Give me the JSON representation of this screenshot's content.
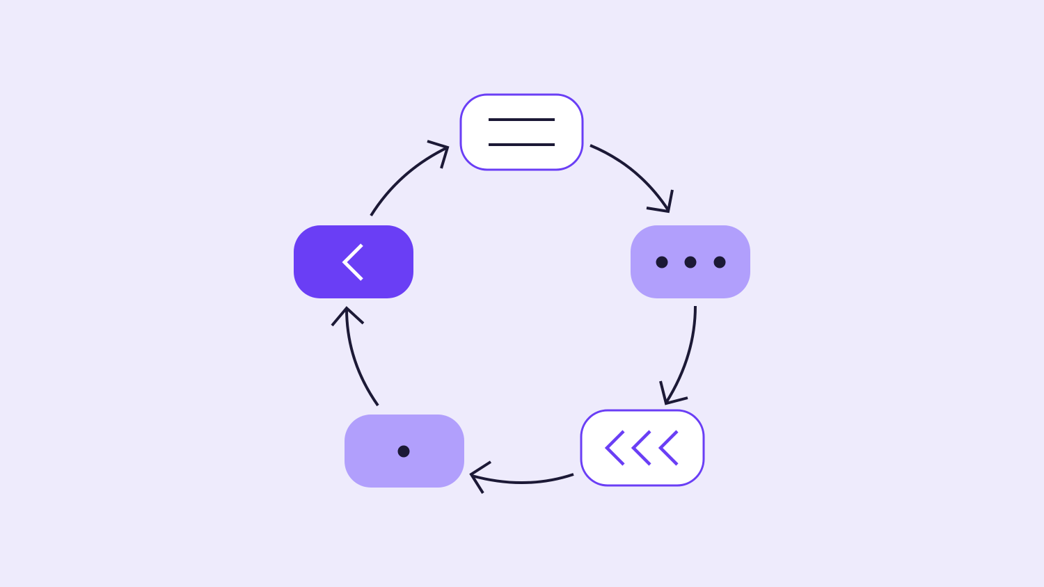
{
  "colors": {
    "background": "#EEEBFC",
    "accent": "#6A3EF5",
    "light_fill": "#B19FFC",
    "white_fill": "#FFFFFF",
    "stroke_dark": "#1C1936"
  },
  "nodes": [
    {
      "id": "menu-node",
      "fill": "white",
      "outlined": true,
      "icon": "menu-lines-icon"
    },
    {
      "id": "more-node",
      "fill": "light",
      "outlined": false,
      "icon": "three-dots-icon"
    },
    {
      "id": "rewind-node",
      "fill": "white",
      "outlined": true,
      "icon": "triple-chevron-left-icon"
    },
    {
      "id": "dot-node",
      "fill": "light",
      "outlined": false,
      "icon": "single-dot-icon"
    },
    {
      "id": "back-node",
      "fill": "accent",
      "outlined": false,
      "icon": "chevron-left-icon"
    }
  ],
  "edges": [
    {
      "from": "menu-node",
      "to": "more-node",
      "icon": "arrow-icon"
    },
    {
      "from": "more-node",
      "to": "rewind-node",
      "icon": "arrow-icon"
    },
    {
      "from": "rewind-node",
      "to": "dot-node",
      "icon": "arrow-icon"
    },
    {
      "from": "dot-node",
      "to": "back-node",
      "icon": "arrow-icon"
    },
    {
      "from": "back-node",
      "to": "menu-node",
      "icon": "arrow-icon"
    }
  ]
}
